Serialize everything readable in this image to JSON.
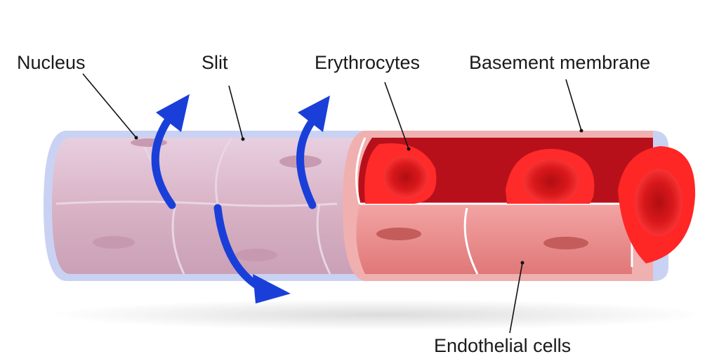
{
  "diagram": {
    "labels": {
      "nucleus": "Nucleus",
      "slit": "Slit",
      "erythrocytes": "Erythrocytes",
      "basement_membrane": "Basement membrane",
      "endothelial_cells": "Endothelial cells"
    },
    "colors": {
      "membrane": "#c9d2f2",
      "endothelium_outer": "#dcb6c8",
      "endothelium_cut": "#e98b8b",
      "lumen": "#c01418",
      "erythrocyte": "#e01a1a",
      "arrow": "#1a3fd9",
      "shadow": "#e6e6e6"
    },
    "icons": [
      "up-arrow-icon",
      "down-arrow-icon"
    ]
  }
}
